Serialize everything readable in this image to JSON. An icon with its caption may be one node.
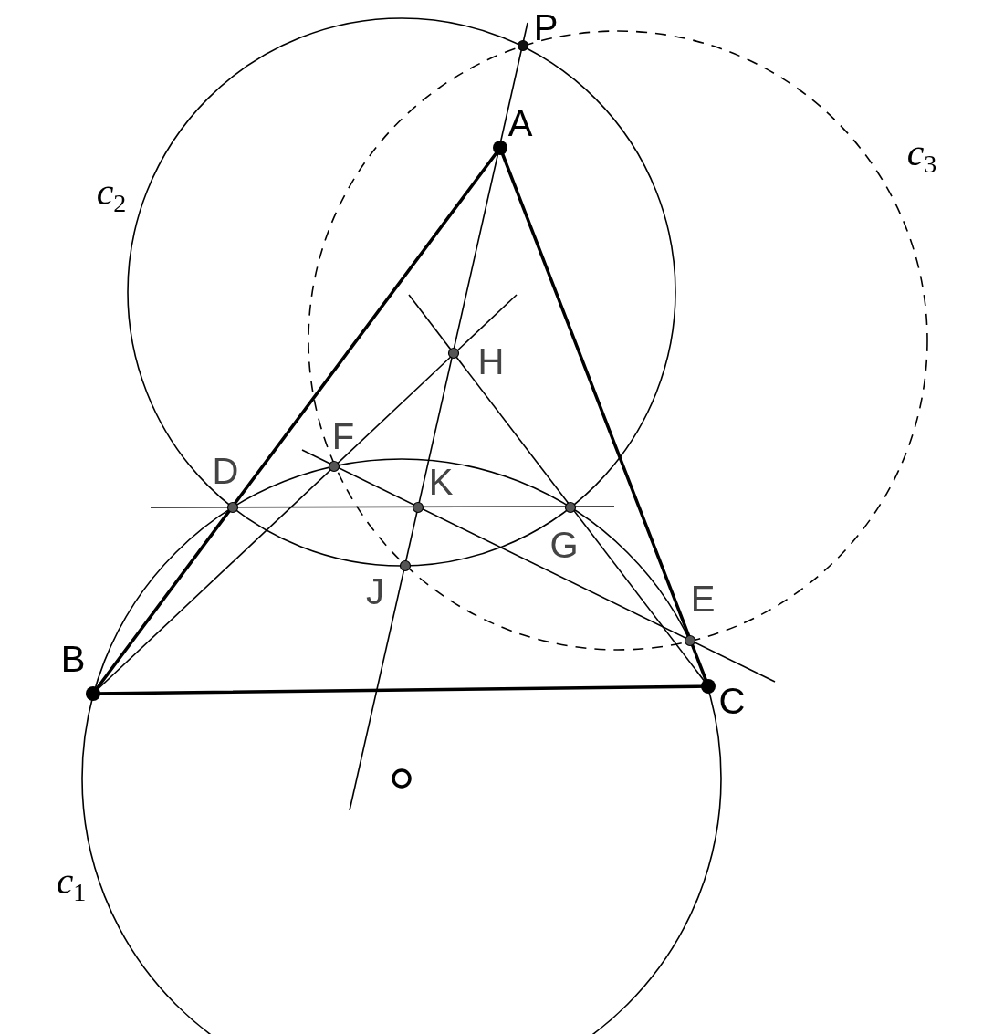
{
  "diagram": {
    "labels": [
      "P",
      "A",
      "c$_{3}$",
      "c$_{2}$",
      "H",
      "F",
      "D",
      "K",
      "G",
      "J",
      "E",
      "B",
      "C",
      "c$_{1}$"
    ]
  }
}
